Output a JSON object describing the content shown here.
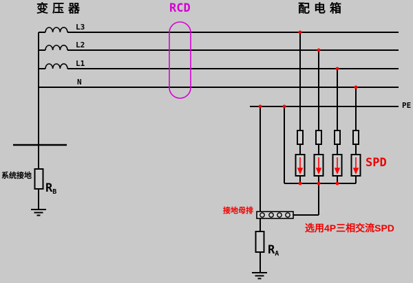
{
  "diagram": {
    "transformer_label": "变压器",
    "rcd_label": "RCD",
    "distribution_box_label": "配电箱",
    "phase_lines": [
      {
        "label": "L3"
      },
      {
        "label": "L2"
      },
      {
        "label": "L1"
      },
      {
        "label": "N"
      }
    ],
    "pe_label": "PE",
    "system_ground_label": "系统接地",
    "rb_label": {
      "main": "R",
      "sub": "B"
    },
    "ra_label": {
      "main": "R",
      "sub": "A"
    },
    "ground_busbar_label": "接地母排",
    "spd_label": "SPD",
    "note_label": "选用4P三相交流SPD",
    "colors": {
      "background": "#c9c9c9",
      "wire": "#000000",
      "junction_red": "#ff0000",
      "rcd_magenta": "#d400d4"
    }
  }
}
